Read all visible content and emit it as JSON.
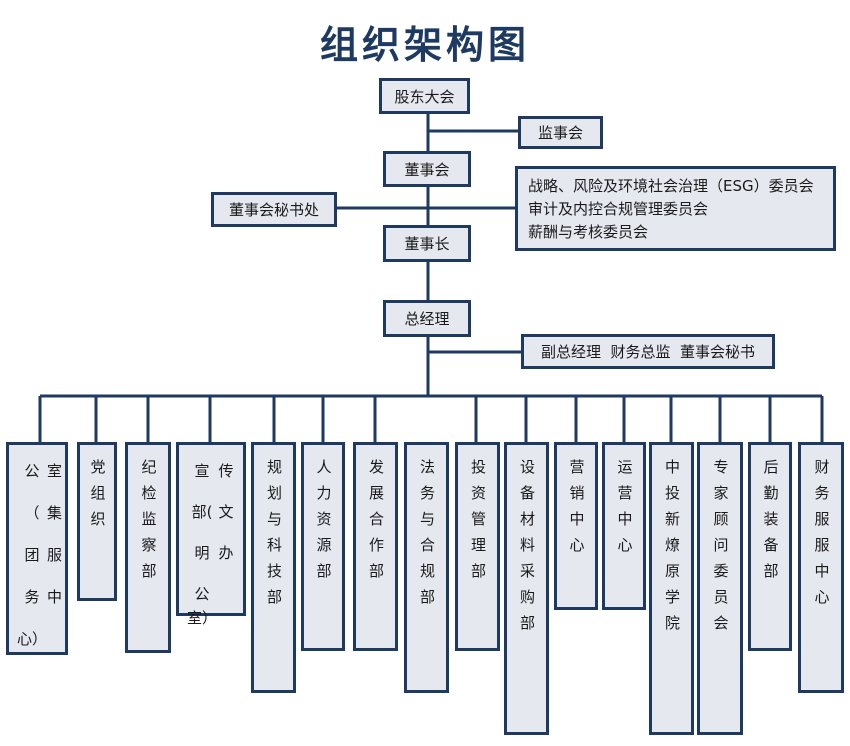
{
  "title": "组织架构图",
  "top": {
    "shareholders": "股东大会",
    "supervisors": "监事会",
    "board": "董事会",
    "board_secretary_office": "董事会秘书处",
    "chairman": "董事长",
    "gm": "总经理",
    "deputies": "副总经理  财务总监  董事会秘书",
    "committees": [
      "战略、风险及环境社会治理（ESG）委员会",
      "审计及内控合规管理委员会",
      "薪酬与考核委员会"
    ]
  },
  "departments": {
    "office": [
      "公",
      "室",
      "（",
      "集",
      "团",
      "服",
      "务",
      "中",
      "心）",
      ""
    ],
    "party": "党组织",
    "discipline": "纪检监察部",
    "publicity": [
      "宣",
      "传",
      "部(",
      "文",
      "明",
      "办",
      "公室）",
      ""
    ],
    "planning": "规划与科技部",
    "hr": "人力资源部",
    "development": "发展合作部",
    "legal": "法务与合规部",
    "investment": "投资管理部",
    "procurement": "设备材料采购部",
    "marketing": "营销中心",
    "operations": "运营中心",
    "academy": "中投新燎原学院",
    "experts": "专家顾问委员会",
    "logistics": "后勤装备部",
    "finance": "财务服服中心"
  }
}
